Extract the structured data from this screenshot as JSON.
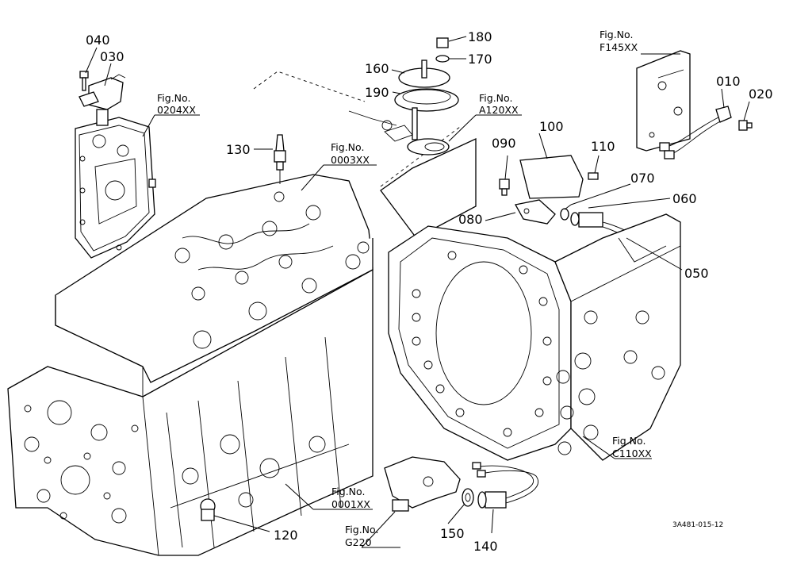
{
  "callouts": [
    {
      "id": "040",
      "text": "040"
    },
    {
      "id": "030",
      "text": "030"
    },
    {
      "id": "180",
      "text": "180"
    },
    {
      "id": "170",
      "text": "170"
    },
    {
      "id": "160",
      "text": "160"
    },
    {
      "id": "190",
      "text": "190"
    },
    {
      "id": "130",
      "text": "130"
    },
    {
      "id": "100",
      "text": "100"
    },
    {
      "id": "090",
      "text": "090"
    },
    {
      "id": "110",
      "text": "110"
    },
    {
      "id": "010",
      "text": "010"
    },
    {
      "id": "020",
      "text": "020"
    },
    {
      "id": "070",
      "text": "070"
    },
    {
      "id": "060",
      "text": "060"
    },
    {
      "id": "080",
      "text": "080"
    },
    {
      "id": "050",
      "text": "050"
    },
    {
      "id": "120",
      "text": "120"
    },
    {
      "id": "150",
      "text": "150"
    },
    {
      "id": "140",
      "text": "140"
    }
  ],
  "fig_refs": [
    {
      "id": "0204XX",
      "label": "Fig.No.",
      "number": "0204XX"
    },
    {
      "id": "0003XX",
      "label": "Fig.No.",
      "number": "0003XX"
    },
    {
      "id": "A120XX",
      "label": "Fig.No.",
      "number": "A120XX"
    },
    {
      "id": "F145XX",
      "label": "Fig.No.",
      "number": "F145XX"
    },
    {
      "id": "C110XX",
      "label": "Fig.No.",
      "number": "C110XX"
    },
    {
      "id": "0001XX",
      "label": "Fig.No.",
      "number": "0001XX"
    },
    {
      "id": "G220",
      "label": "Fig.No.",
      "number": "G220"
    }
  ],
  "drawing_code": "3A481-015-12"
}
